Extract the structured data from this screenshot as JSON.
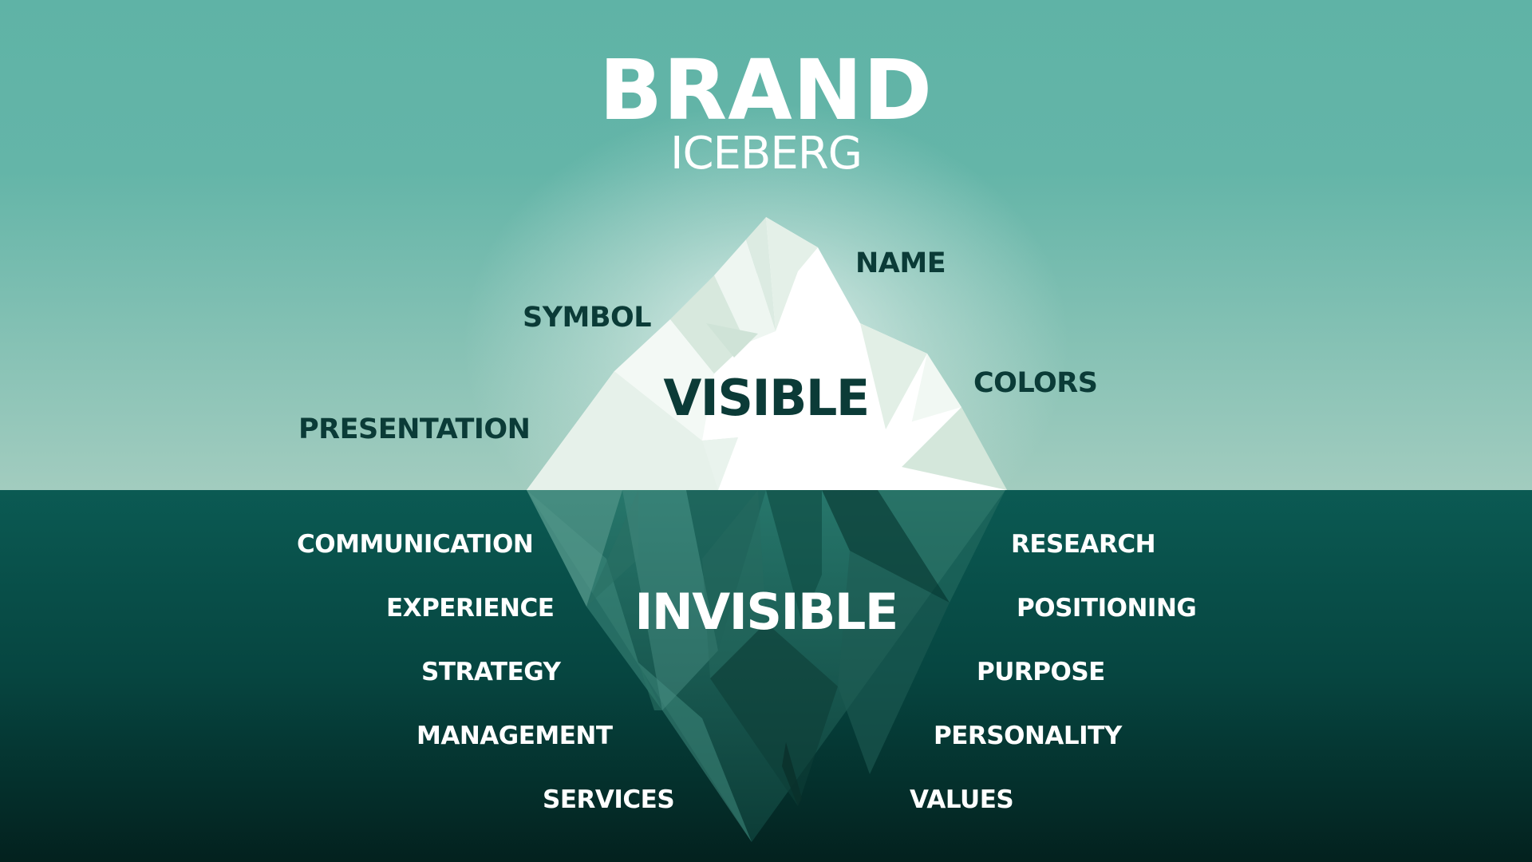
{
  "title": {
    "main": "BRAND",
    "sub": "ICEBERG"
  },
  "zones": {
    "visible": "VISIBLE",
    "invisible": "INVISIBLE"
  },
  "visible_items": {
    "name": "NAME",
    "symbol": "SYMBOL",
    "colors": "COLORS",
    "presentation": "PRESENTATION"
  },
  "invisible_left": {
    "communication": "COMMUNICATION",
    "experience": "EXPERIENCE",
    "strategy": "STRATEGY",
    "management": "MANAGEMENT",
    "services": "SERVICES"
  },
  "invisible_right": {
    "research": "RESEARCH",
    "positioning": "POSITIONING",
    "purpose": "PURPOSE",
    "personality": "PERSONALITY",
    "values": "VALUES"
  },
  "colors": {
    "sky_top": "#5fb3a6",
    "sky_bottom": "#9ccabd",
    "sea_top": "#0b5a53",
    "sea_bottom": "#04231f",
    "ice": "#ffffff",
    "ice_shade": "#d8eadf",
    "label_dark": "#0b3b37",
    "label_light": "#ffffff"
  }
}
